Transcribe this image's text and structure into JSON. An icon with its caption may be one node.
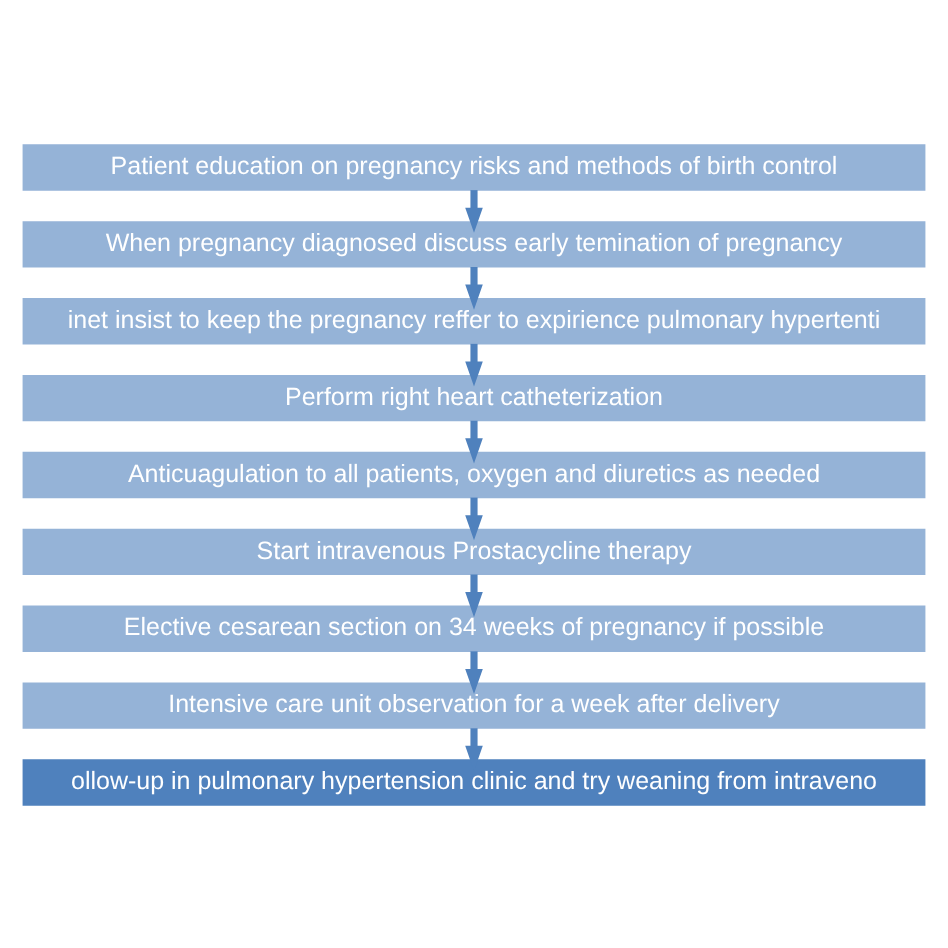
{
  "diagram": {
    "nodes": [
      {
        "text": [
          "Patient education on pregnancy risks and methods of birth control"
        ]
      },
      {
        "text": [
          "When pregnancy diagnosed discuss early temination of pregnancy"
        ]
      },
      {
        "text": [
          "inet insist to keep the pregnancy reffer to expirience pulmonary hypertenti"
        ]
      },
      {
        "text": [
          "Perform right heart catheterization"
        ]
      },
      {
        "text": [
          "Anticuagulation to all patients, oxygen and diuretics as needed"
        ]
      },
      {
        "text": [
          "Start intravenous Prostacycline therapy"
        ]
      },
      {
        "text": [
          "Elective cesarean section on 34 weeks of pregnancy if possible"
        ]
      },
      {
        "text": [
          "Intensive care unit observation for a week after delivery"
        ]
      },
      {
        "text": [
          "ollow-up in pulmonary hypertension clinic and try weaning from intraveno"
        ]
      }
    ],
    "edges": [
      {
        "from": 0,
        "to": 1,
        "arrow": "to"
      },
      {
        "from": 1,
        "to": 2,
        "arrow": "to"
      },
      {
        "from": 2,
        "to": 3,
        "arrow": "to"
      },
      {
        "from": 3,
        "to": 4,
        "arrow": "to"
      },
      {
        "from": 4,
        "to": 5,
        "arrow": "to"
      },
      {
        "from": 5,
        "to": 6,
        "arrow": "to"
      },
      {
        "from": 6,
        "to": 7,
        "arrow": "to"
      },
      {
        "from": 7,
        "to": 8,
        "arrow": "to"
      }
    ]
  }
}
